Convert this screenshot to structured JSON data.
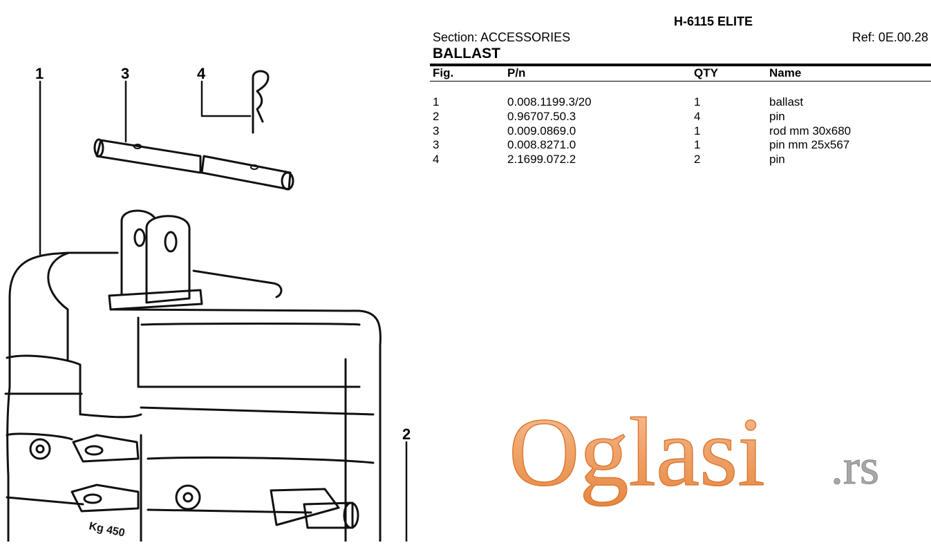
{
  "header": {
    "model": "H-6115 ELITE",
    "section": "Section: ACCESSORIES",
    "ref": "Ref: 0E.00.28",
    "title": "BALLAST"
  },
  "table": {
    "columns": [
      "Fig.",
      "P/n",
      "QTY",
      "Name"
    ],
    "rows": [
      {
        "fig": "1",
        "pn": "0.008.1199.3/20",
        "qty": "1",
        "name": "ballast"
      },
      {
        "fig": "2",
        "pn": "0.96707.50.3",
        "qty": "4",
        "name": "pin"
      },
      {
        "fig": "3",
        "pn": "0.009.0869.0",
        "qty": "1",
        "name": "rod mm 30x680"
      },
      {
        "fig": "3",
        "pn": "0.008.8271.0",
        "qty": "1",
        "name": "pin mm 25x567"
      },
      {
        "fig": "4",
        "pn": "2.1699.072.2",
        "qty": "2",
        "name": "pin"
      }
    ]
  },
  "drawing": {
    "callouts": [
      "1",
      "3",
      "4",
      "2"
    ],
    "stamp_text": "Kg 450"
  },
  "watermark": {
    "brand": "Oglasi",
    "tld": ".rs",
    "colors": {
      "orange": "#f0a060",
      "gray": "#a8a8a8"
    }
  }
}
